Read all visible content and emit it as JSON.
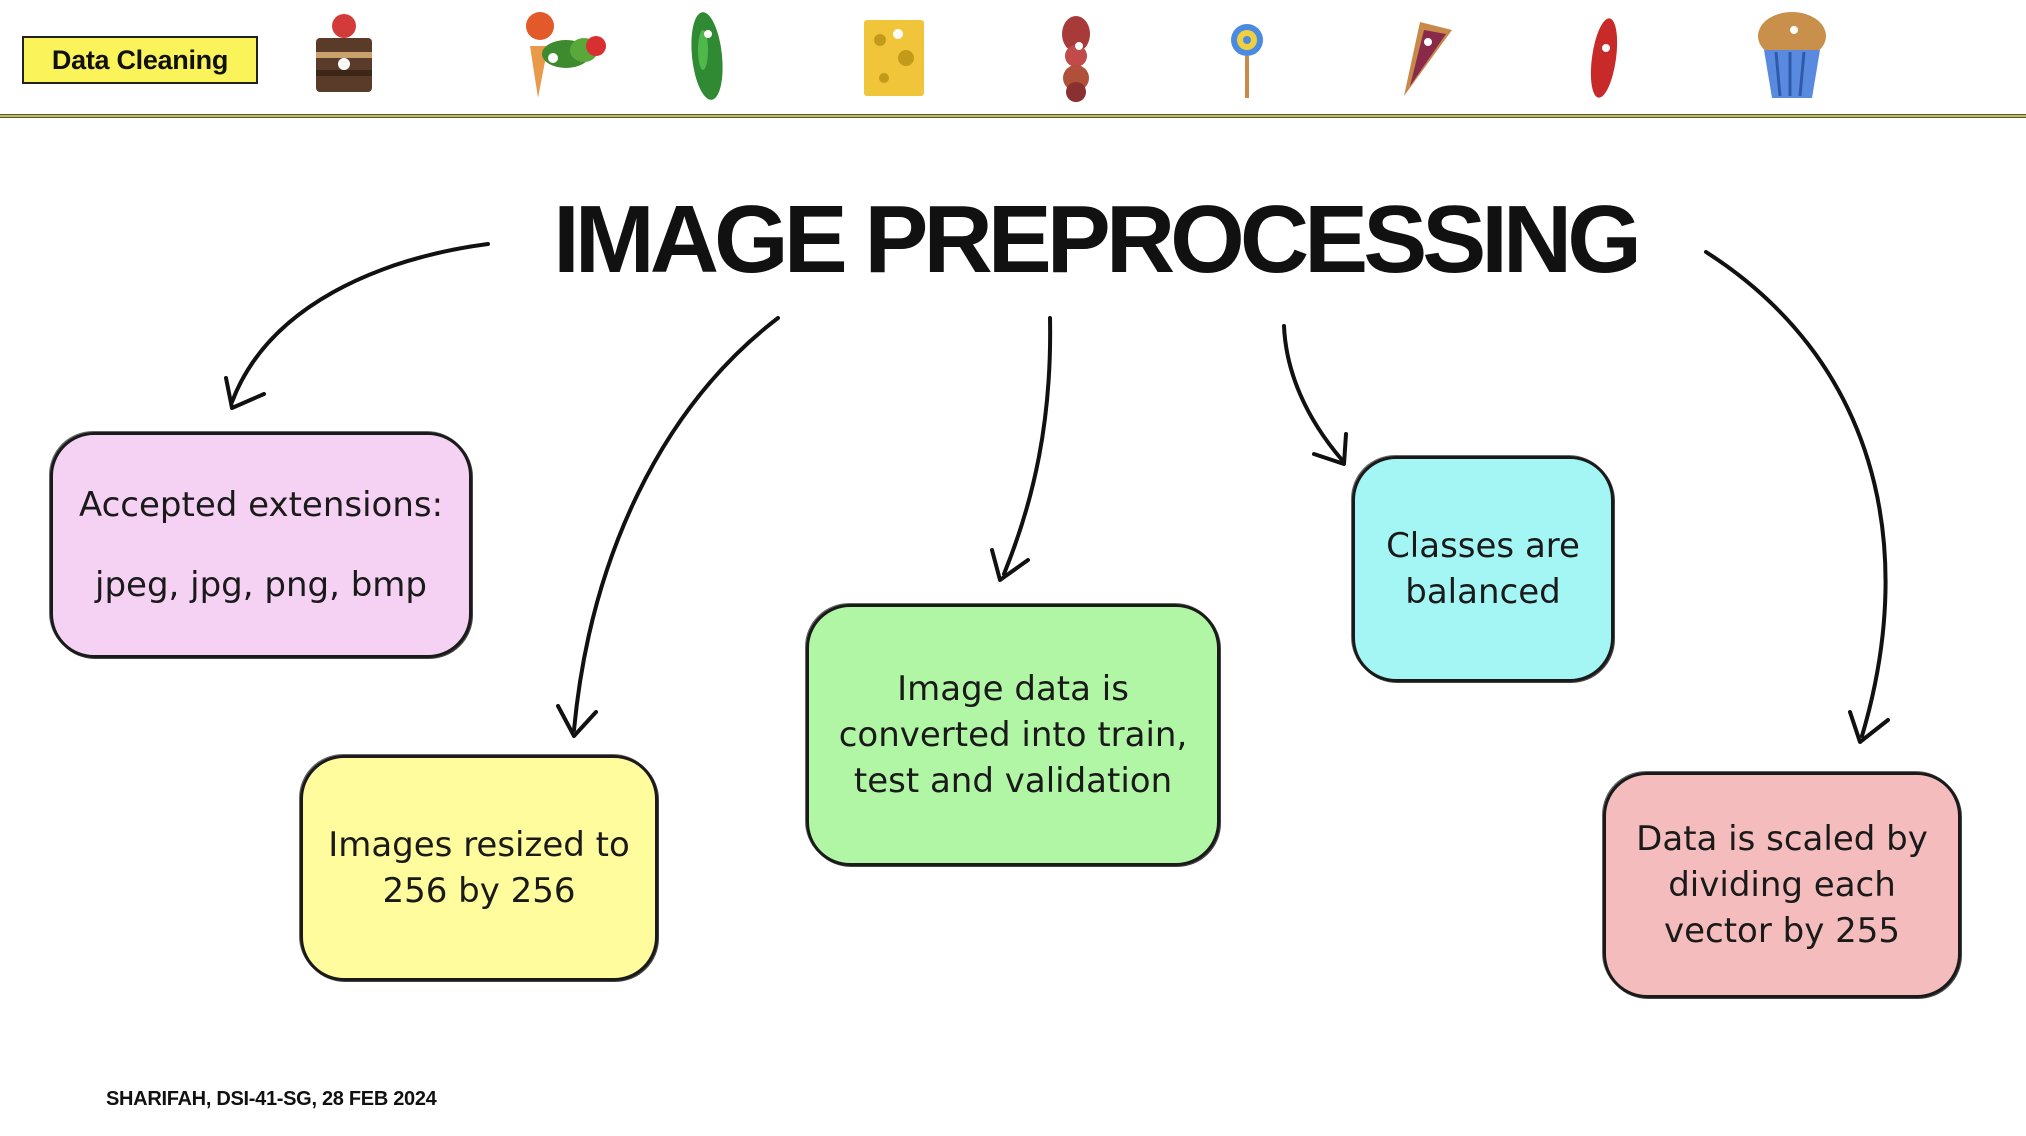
{
  "header": {
    "section_label": "Data Cleaning",
    "food_icons": [
      "cake-icon",
      "caterpillar-icon",
      "pickle-icon",
      "cheese-icon",
      "salami-icon",
      "lollipop-icon",
      "pie-icon",
      "sausage-icon",
      "cupcake-icon"
    ],
    "accent_color": "#fbf35a"
  },
  "slide": {
    "title": "IMAGE PREPROCESSING"
  },
  "boxes": {
    "extensions": {
      "heading": "Accepted extensions:",
      "detail": "jpeg, jpg, png, bmp",
      "color": "#f5d2f4"
    },
    "resize": {
      "line1": "Images resized to",
      "line2": "256 by 256",
      "color": "#fefc9c"
    },
    "split": {
      "line1": "Image data is",
      "line2": "converted into train,",
      "line3": "test and validation",
      "color": "#b0f6a4"
    },
    "balance": {
      "line1": "Classes are",
      "line2": "balanced",
      "color": "#a3f6f4"
    },
    "scale": {
      "line1": "Data is scaled by",
      "line2": "dividing each",
      "line3": "vector by 255",
      "color": "#f4bcbc"
    }
  },
  "footer": {
    "credit": "SHARIFAH, DSI-41-SG, 28 FEB 2024"
  }
}
